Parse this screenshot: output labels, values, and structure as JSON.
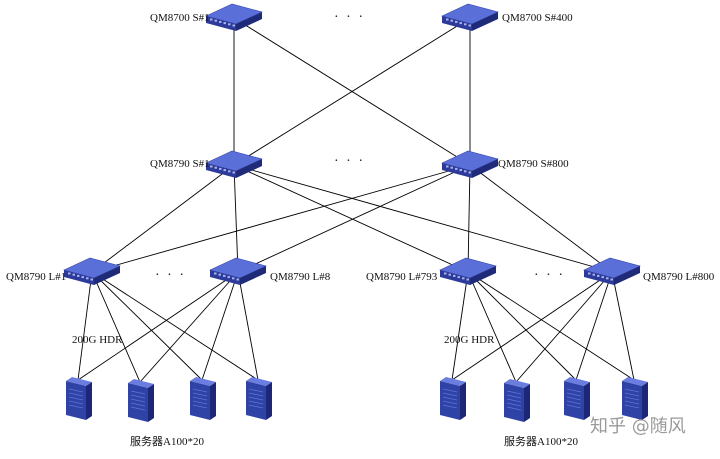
{
  "colors": {
    "switch_top": "#5b6fd8",
    "switch_front": "#2c3b9b",
    "switch_side": "#1f2a78",
    "server_front": "#2f42a6",
    "server_side": "#1c2778",
    "server_top": "#6b7ee0",
    "link": "#000000"
  },
  "icons": {
    "switch": "network-switch-icon",
    "server": "server-tower-icon"
  },
  "labels": {
    "spine_a": "QM8700 S#1",
    "spine_b": "QM8700 S#400",
    "agg_a": "QM8790 S#1",
    "agg_b": "QM8790 S#800",
    "leaf_1": "QM8790 L#1",
    "leaf_8": "QM8790 L#8",
    "leaf_793": "QM8790 L#793",
    "leaf_800": "QM8790 L#800",
    "ellipsis": "· · ·",
    "link_speed_left": "200G HDR",
    "link_speed_right": "200G HDR",
    "servers_left": "服务器A100*20",
    "servers_right": "服务器A100*20",
    "watermark": "知乎 @随风"
  }
}
